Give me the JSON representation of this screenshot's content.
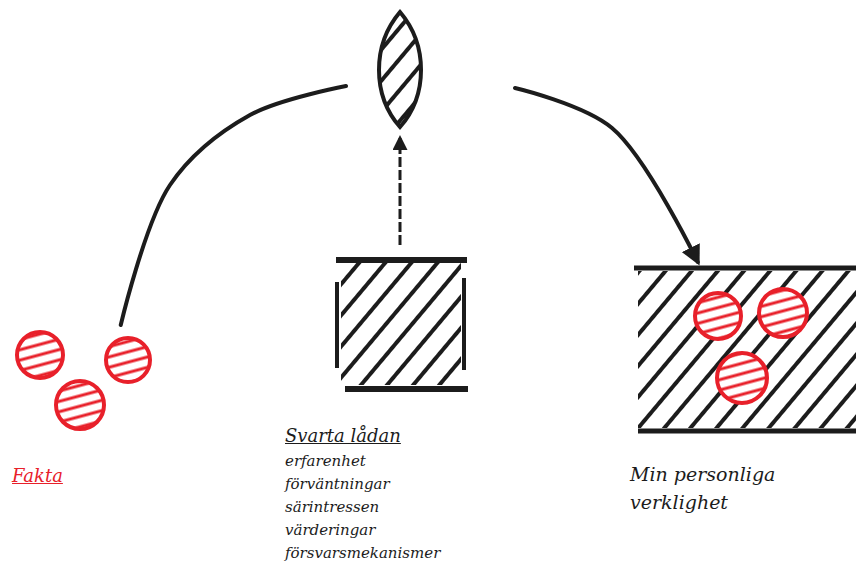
{
  "diagram": {
    "nodes": [
      {
        "text": [
          "Fakta"
        ]
      },
      {
        "text": [
          "Svarta lådan",
          "erfarenhet förväntningar särintressen värderingar försvarsmekanismer"
        ]
      },
      {
        "text": [
          "Min personliga verklighet"
        ]
      }
    ],
    "edges": [
      {
        "from": 0,
        "to": 2,
        "arrow": "to"
      }
    ]
  }
}
